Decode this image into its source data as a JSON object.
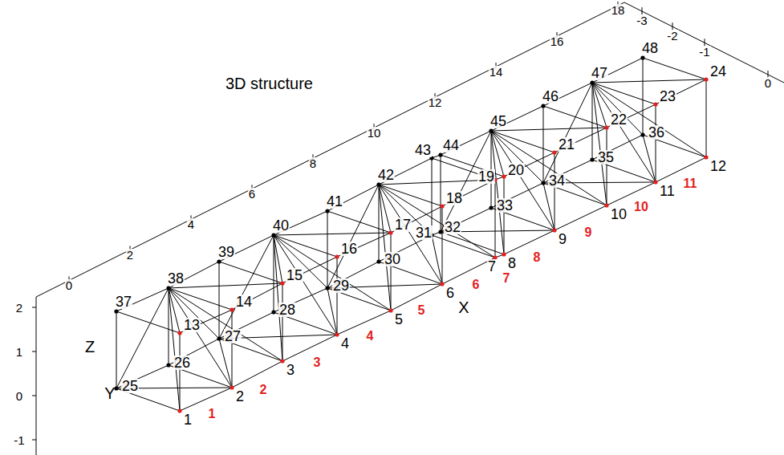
{
  "diagram": {
    "title": "3D structure",
    "labels": [
      "0",
      "2",
      "4",
      "6",
      "8",
      "10",
      "12",
      "14",
      "16",
      "18",
      "-3",
      "-2",
      "-1",
      "0",
      "2",
      "1",
      "0",
      "-1",
      "Z",
      "Y",
      "X",
      "1",
      "2",
      "3",
      "4",
      "5",
      "6",
      "7",
      "8",
      "9",
      "10",
      "11",
      "12",
      "13",
      "14",
      "15",
      "16",
      "17",
      "18",
      "19",
      "20",
      "21",
      "22",
      "23",
      "24",
      "25",
      "26",
      "27",
      "28",
      "29",
      "30",
      "31",
      "32",
      "33",
      "34",
      "35",
      "36",
      "37",
      "38",
      "39",
      "40",
      "41",
      "42",
      "43",
      "44",
      "45",
      "46",
      "47",
      "48",
      "1",
      "2",
      "3",
      "4",
      "5",
      "6",
      "7",
      "8",
      "9",
      "10",
      "11"
    ]
  }
}
